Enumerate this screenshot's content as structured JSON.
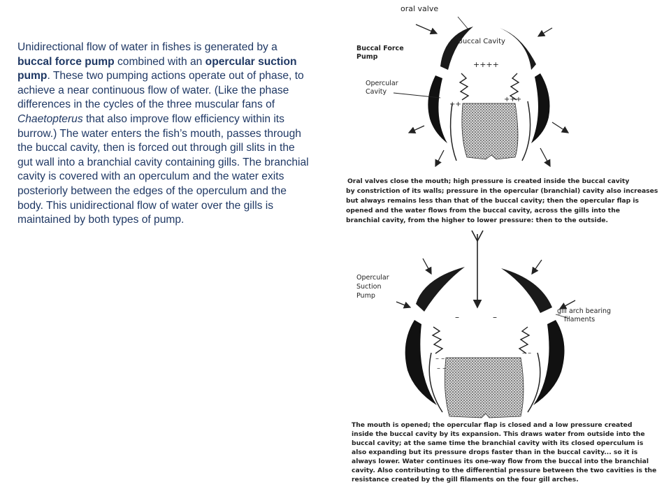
{
  "slide": {
    "p1": "Unidirectional flow of water in fishes is generated by a ",
    "b1": "buccal force pump",
    "p2": " combined with an ",
    "b2": "opercular suction pump",
    "p3": ". These two pumping actions operate out of phase, to achieve a near continuous flow of water. (Like the phase differences in the cycles of the three muscular fans of ",
    "i1": "Chaetopterus",
    "p4": " that also improve flow efficiency within its burrow.) The water enters the fish’s mouth, passes through the buccal cavity, then is forced out through gill slits in the gut wall into a branchial cavity containing gills. The branchial cavity is covered with an operculum and the water exits posteriorly between the edges of the operculum and the body. This unidirectional flow of water over the gills is maintained by both types of pump."
  },
  "figure": {
    "top": {
      "oral_valve": "oral valve",
      "buccal_cavity": "Buccal Cavity",
      "pump_title_1": "Buccal Force",
      "pump_title_2": "Pump",
      "opercular_1": "Opercular",
      "opercular_2": "Cavity",
      "plus_top": "++++",
      "plus_left": "++",
      "plus_right": "+++",
      "caption": [
        "Oral valves close the mouth; high pressure is created inside the buccal cavity",
        "by constriction of its walls; pressure in the opercular (branchial) cavity also increases",
        "but always remains less than that of the buccal cavity; then the opercular flap is",
        "opened and the water flows from the buccal cavity, across the gills into the",
        "branchial cavity, from the higher to lower pressure: then to the outside."
      ]
    },
    "bottom": {
      "pump_title_1": "Opercular",
      "pump_title_2": "Suction",
      "pump_title_3": "Pump",
      "gill_arch_1": "gill arch bearing",
      "gill_arch_2": "filaments",
      "minus_1": "–",
      "minus_2": "–",
      "minus_left_1": "– –",
      "minus_left_2": "– –",
      "minus_right": "– –",
      "caption": [
        "The mouth is opened; the opercular flap is closed and a low pressure created",
        "inside the buccal cavity by its expansion.  This draws water from outside into the",
        "buccal cavity; at the same time the branchial cavity with its closed operculum is",
        "also expanding but its pressure drops faster than in the buccal cavity... so it is",
        "always lower.  Water continues its one-way flow from the buccal into the branchial",
        "cavity.  Also contributing to the differential pressure between the two cavities is the",
        "resistance created by the gill filaments on the four gill arches."
      ]
    }
  }
}
